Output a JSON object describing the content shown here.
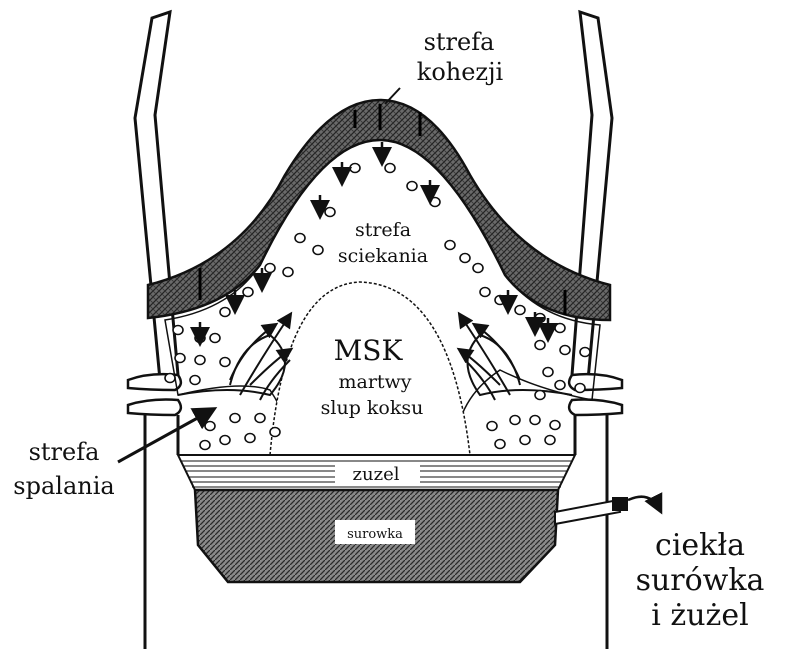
{
  "labels": {
    "cohesion_zone": [
      "strefa",
      "kohezji"
    ],
    "dripping_zone": [
      "strefa",
      "sciekania"
    ],
    "msk": "MSK",
    "dead_coke_column": [
      "martwy",
      "slup koksu"
    ],
    "combustion_zone": [
      "strefa",
      "spalania"
    ],
    "slag": "zuzel",
    "pig_iron": "surowka",
    "liquid_output": [
      "ciekła",
      "surówka",
      "i żużel"
    ]
  },
  "colors": {
    "outline": "#111111",
    "cohesion_fill": "#555555",
    "hatch": "#444444",
    "background": "#ffffff"
  }
}
